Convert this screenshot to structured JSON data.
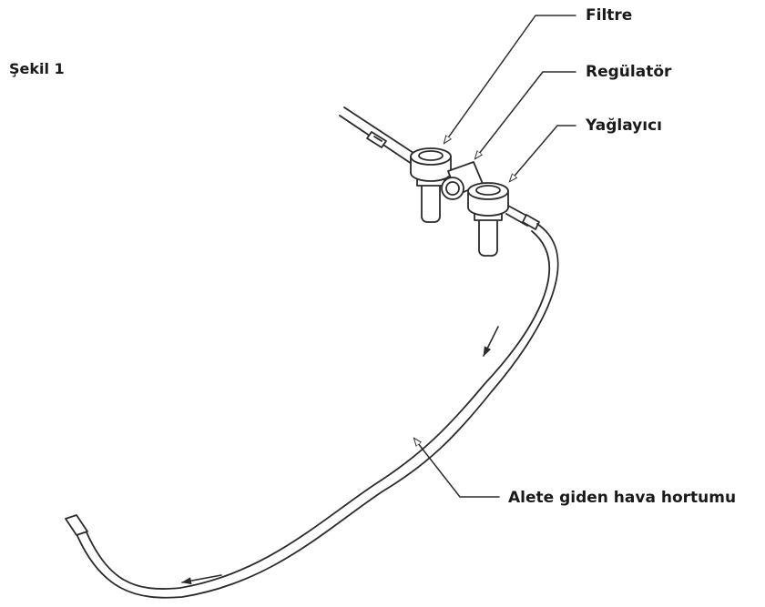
{
  "figure": {
    "caption": "Şekil 1"
  },
  "labels": {
    "filter": "Filtre",
    "regulator": "Regülatör",
    "lubricator": "Yağlayıcı",
    "air_hose": "Alete giden hava hortumu"
  },
  "colors": {
    "line": "#2b2b2b",
    "text": "#1a1a1a",
    "background": "#ffffff"
  }
}
